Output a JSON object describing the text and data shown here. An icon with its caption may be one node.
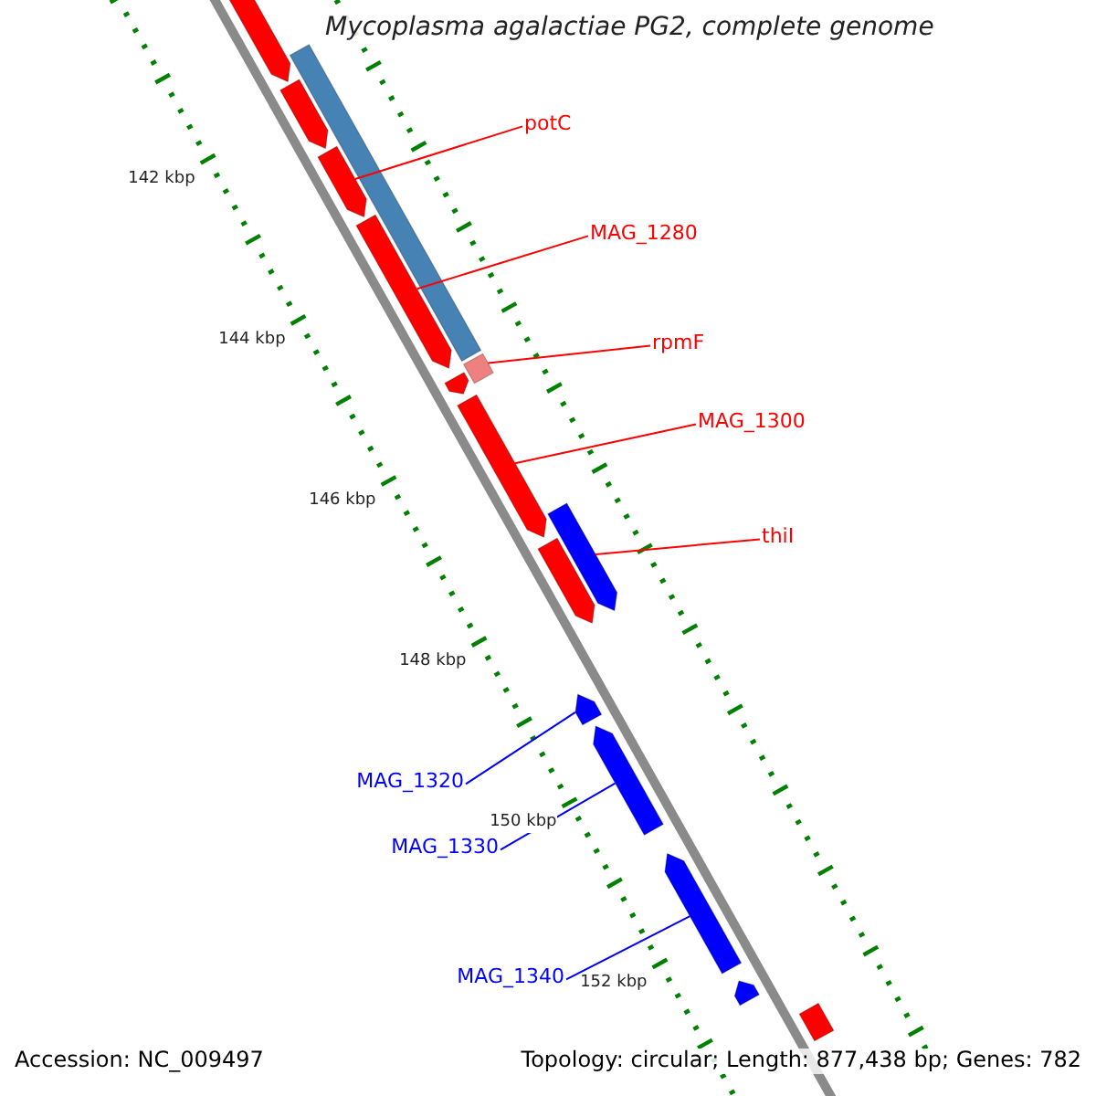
{
  "diagram": {
    "title": "Mycoplasma agalactiae PG2, complete genome",
    "nodes": [
      {
        "text": [
          "potC"
        ]
      },
      {
        "text": [
          "MAG_1280"
        ]
      },
      {
        "text": [
          "rpmF"
        ]
      },
      {
        "text": [
          "MAG_1300"
        ]
      },
      {
        "text": [
          "thiI"
        ]
      },
      {
        "text": [
          "MAG_1320"
        ]
      },
      {
        "text": [
          "MAG_1330"
        ]
      },
      {
        "text": [
          "MAG_1340"
        ]
      },
      {
        "text": [],
        "shape": "bar"
      },
      {
        "text": [],
        "shape": "arrow"
      },
      {
        "text": [],
        "shape": "arrow"
      },
      {
        "text": [],
        "shape": "arrow"
      },
      {
        "text": [],
        "shape": "arrow"
      },
      {
        "text": [],
        "shape": "bar"
      },
      {
        "text": [],
        "shape": "arrow"
      },
      {
        "text": [],
        "shape": "arrow"
      },
      {
        "text": [],
        "shape": "arrow"
      },
      {
        "text": [],
        "shape": "arrow"
      },
      {
        "text": [],
        "shape": "arrow"
      },
      {
        "text": [],
        "shape": "arrow"
      },
      {
        "text": [],
        "shape": "arrow"
      },
      {
        "text": [],
        "shape": "arrow"
      },
      {
        "text": [],
        "shape": "bar"
      }
    ],
    "edges": [
      {
        "from": 0,
        "to": 11,
        "arrow": "none"
      },
      {
        "from": 1,
        "to": 12,
        "arrow": "none"
      },
      {
        "from": 2,
        "to": 13,
        "arrow": "none"
      },
      {
        "from": 3,
        "to": 15,
        "arrow": "none"
      },
      {
        "from": 4,
        "to": 16,
        "arrow": "none"
      },
      {
        "from": 5,
        "to": 18,
        "arrow": "none",
        "color": "#0000ff"
      },
      {
        "from": 6,
        "to": 19,
        "arrow": "none",
        "color": "#0000ff"
      },
      {
        "from": 7,
        "to": 20,
        "arrow": "none",
        "color": "#0000ff"
      }
    ],
    "labels": [
      "142 kbp",
      "144 kbp",
      "146 kbp",
      "148 kbp",
      "150 kbp",
      "152 kbp",
      "Accession: NC_009497",
      "Topology: circular; Length: 877,438 bp; Genes: 782"
    ]
  }
}
